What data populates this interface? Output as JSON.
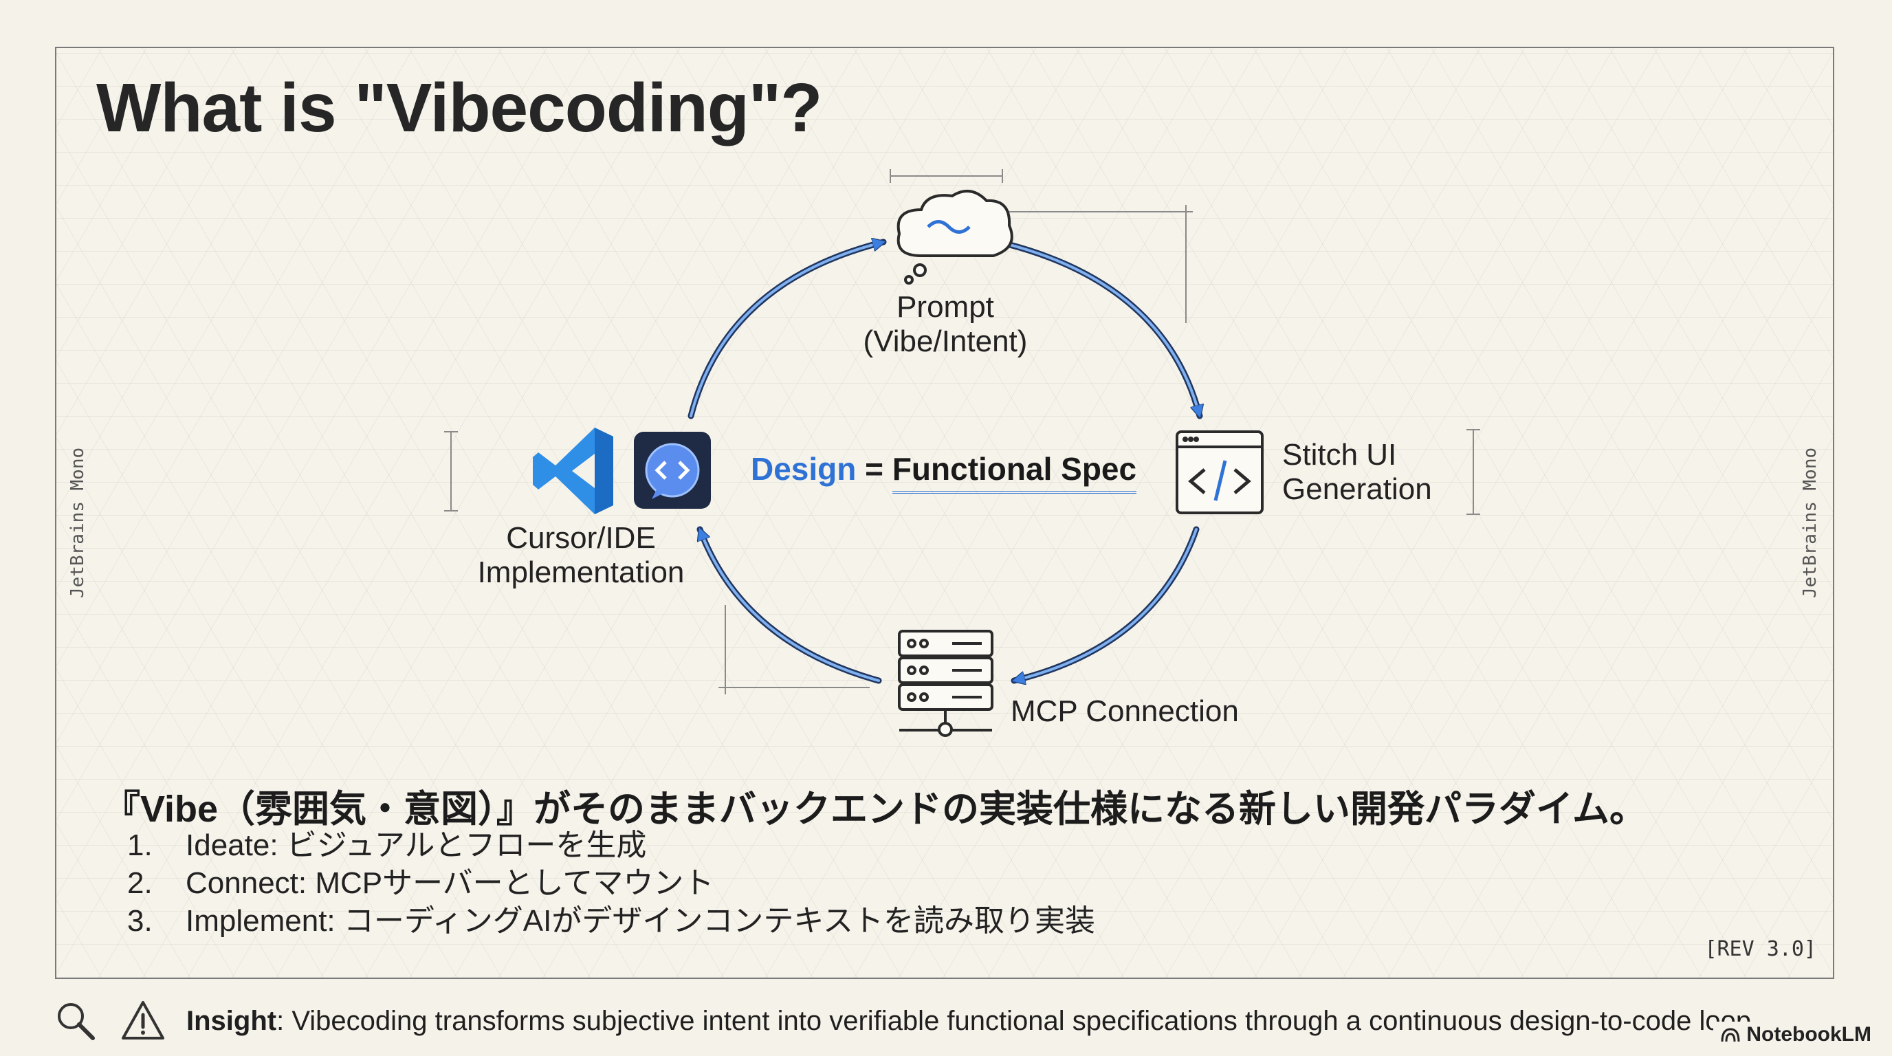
{
  "title": "What is \"Vibecoding\"?",
  "side_label": "JetBrains Mono",
  "nodes": {
    "prompt": {
      "line1": "Prompt",
      "line2": "(Vibe/Intent)"
    },
    "stitch": {
      "line1": "Stitch UI",
      "line2": "Generation"
    },
    "mcp": {
      "label": "MCP Connection"
    },
    "cursor": {
      "line1": "Cursor/IDE",
      "line2": "Implementation"
    }
  },
  "equation": {
    "design": "Design",
    "equals": "=",
    "spec": "Functional Spec"
  },
  "tagline": "『Vibe（雰囲気・意図）』がそのままバックエンドの実装仕様になる新しい開発パラダイム。",
  "steps": [
    {
      "num": "1.",
      "text": "Ideate: ビジュアルとフローを生成"
    },
    {
      "num": "2.",
      "text": "Connect: MCPサーバーとしてマウント"
    },
    {
      "num": "3.",
      "text": "Implement: コーディングAIがデザインコンテキストを読み取り実装"
    }
  ],
  "rev": "[REV 3.0]",
  "footer": {
    "insight_label": "Insight",
    "insight_text": ": Vibecoding transforms subjective intent into verifiable functional specifications through a continuous design-to-code loop."
  },
  "brand": "NotebookLM",
  "colors": {
    "accent": "#2f72d6",
    "vscode_blue": "#2f8ee6",
    "stitch_dark": "#1f2a44"
  },
  "icons": [
    "cloud-icon",
    "code-window-icon",
    "server-icon",
    "vscode-icon",
    "stitch-app-icon",
    "magnifier-icon",
    "warning-icon",
    "notebooklm-icon"
  ]
}
